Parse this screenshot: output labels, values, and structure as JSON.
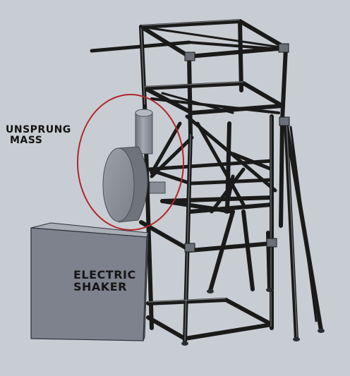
{
  "annotations": {
    "unsprung_line1": "UNSPRUNG",
    "unsprung_line2": "MASS",
    "shaker_line1": "ELECTRIC",
    "shaker_line2": "SHAKER"
  },
  "colors": {
    "background": "#c8cdd3",
    "frame": "#1a1a1a",
    "frame_highlight": "#8a8f96",
    "shaker_front": "#7d828c",
    "shaker_top": "#a9adb5",
    "shaker_side": "#5e636c",
    "mass_body": "#8d929b",
    "highlight_circle": "#b0262b"
  }
}
